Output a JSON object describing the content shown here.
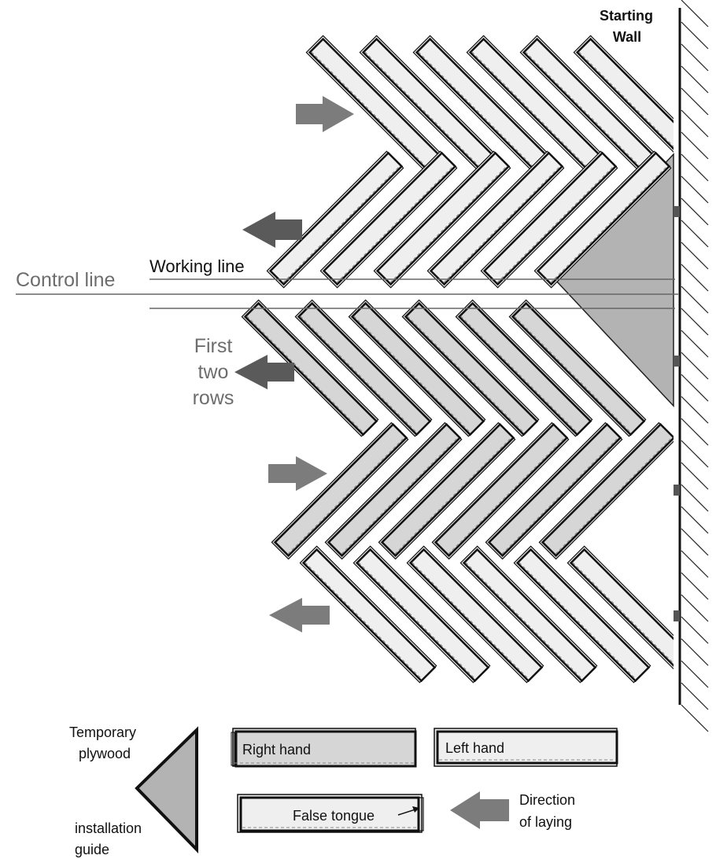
{
  "wall": {
    "label_line1": "Starting",
    "label_line2": "Wall"
  },
  "lines": {
    "working": "Working line",
    "control": "Control line"
  },
  "first_rows": {
    "line1": "First",
    "line2": "two",
    "line3": "rows"
  },
  "legend": {
    "plywood_line1": "Temporary",
    "plywood_line2": "plywood",
    "guide_line1": "installation",
    "guide_line2": "guide",
    "right_hand": "Right hand",
    "left_hand": "Left hand",
    "false_tongue": "False tongue",
    "direction_line1": "Direction",
    "direction_line2": "of laying"
  },
  "colors": {
    "right_hand_fill": "#d6d6d6",
    "left_hand_fill": "#efefef",
    "plywood_fill": "#b3b3b3",
    "arrow_grey": "#7c7c7c",
    "arrow_dark": "#5a5a5a",
    "outline": "#111111"
  }
}
